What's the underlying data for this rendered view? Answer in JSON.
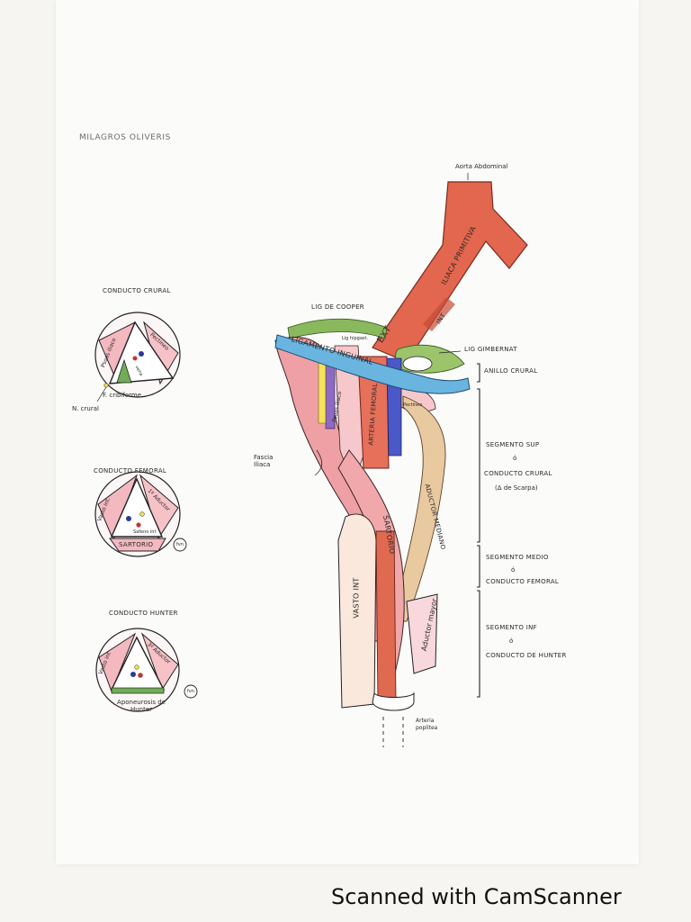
{
  "author": "Milagros Oliveris",
  "footer": "Scanned with CamScanner",
  "small_diagrams": {
    "crural": {
      "title": "Conducto crural",
      "psoas": "Psoas iliaco",
      "pectineo": "Pectineo",
      "vena": "vena",
      "fascia": "F. cribiforme",
      "nervio": "N. crural"
    },
    "femoral": {
      "title": "Conducto femoral",
      "vasto": "Vasto int.",
      "aductor": "1º Aductor",
      "safeno": "Safeno int",
      "sartorio": "Sartorio",
      "badge": "fvn"
    },
    "hunter": {
      "title": "Conducto Hunter",
      "vasto": "Vasto int",
      "aductor": "3º Aductor",
      "apo": "Aponeurosis de Hunter",
      "badge": "fvn"
    }
  },
  "main": {
    "aorta": "Aorta Abdominal",
    "iliaca_primitiva": "Iliaca primitiva",
    "iliaca_int": "Int",
    "iliaca_ext": "Ext",
    "lig_cooper": "Lig de Cooper",
    "lig_gimbernat": "Lig Gimbernat",
    "lig_hipgastrico": "Lig hipgast.",
    "lig_inguinal": "Ligamento inguinal",
    "psoas": "Psoas iliaco",
    "arteria_femoral": "Arteria femoral",
    "pectineo": "Pectineo",
    "fascia_iliaca": "Fascia Iliaca",
    "sartorio": "Sartorio",
    "aductor_mediano": "Aductor mediano",
    "vasto_int": "Vasto int",
    "aductor_mayor": "Aductor mayor",
    "arteria_poplitea": "Arteria poplitea"
  },
  "segments": {
    "anillo": "Anillo crural",
    "sup_1": "Segmento sup",
    "sup_2": "ó",
    "sup_3": "Conducto crural",
    "sup_4": "(Δ de Scarpa)",
    "medio_1": "Segmento medio",
    "medio_2": "ó",
    "medio_3": "Conducto femoral",
    "inf_1": "Segmento inf",
    "inf_2": "ó",
    "inf_3": "Conducto de Hunter"
  },
  "colors": {
    "artery": "#e2674e",
    "pink": "#ef9aa0",
    "green": "#7fae5a",
    "blue": "#6ab4e0",
    "yellow": "#f3e25a",
    "purple": "#8f6ac2",
    "tan": "#e9c9a0"
  }
}
